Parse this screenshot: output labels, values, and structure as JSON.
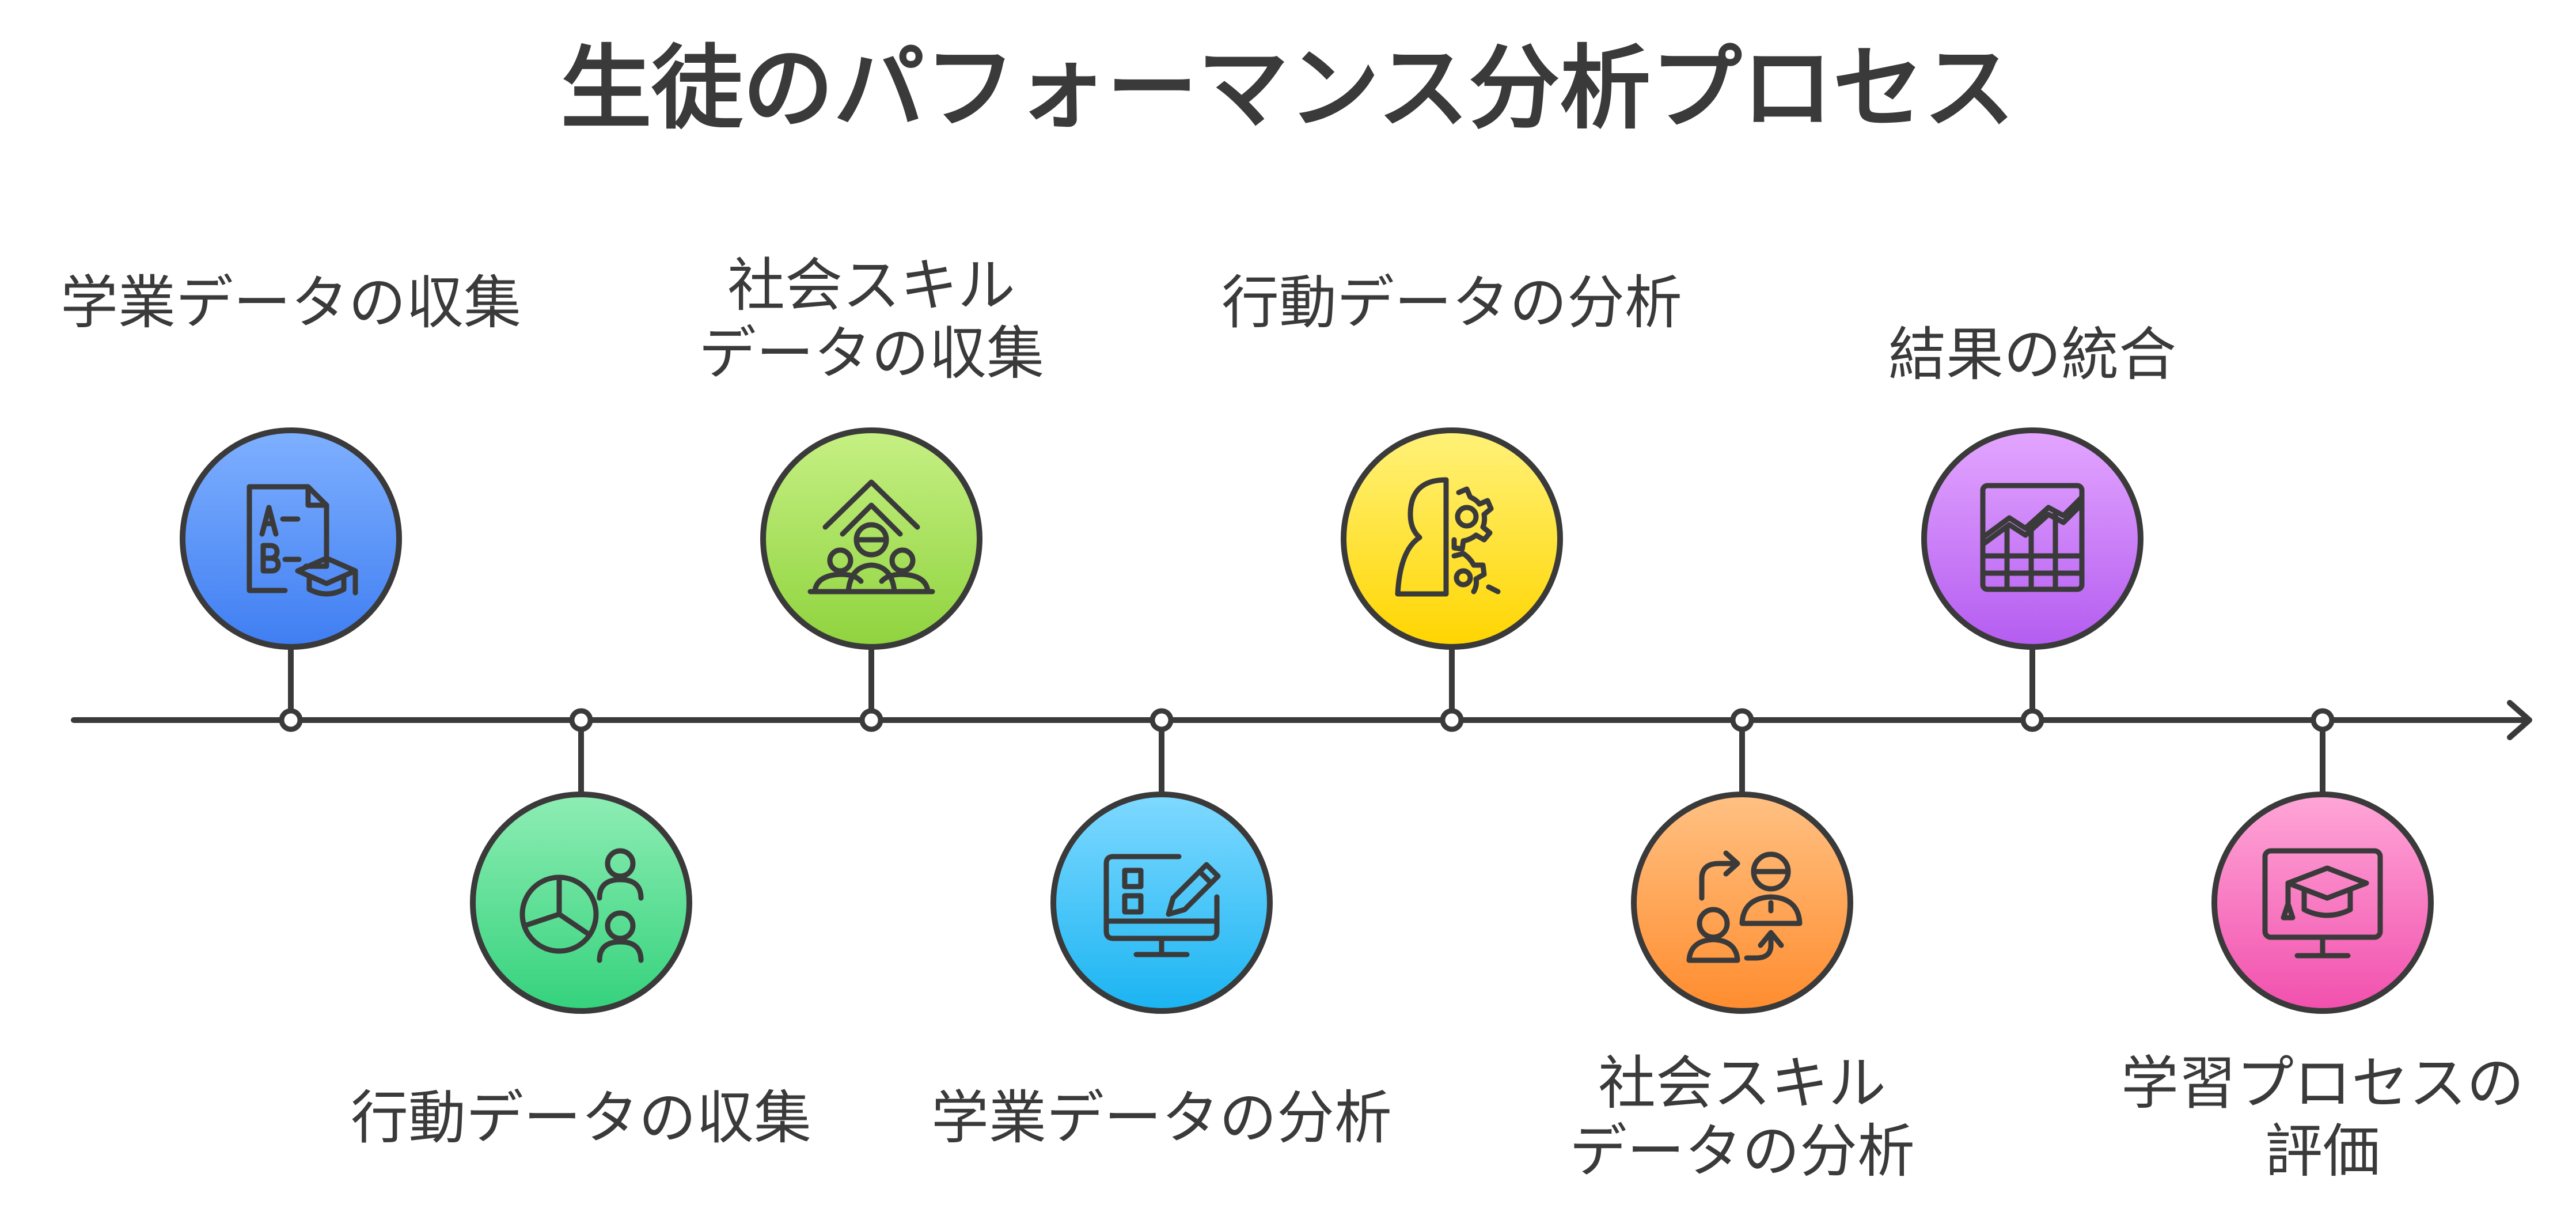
{
  "title": "生徒のパフォーマンス分析プロセス",
  "steps": [
    {
      "lines": [
        "学業データの収集"
      ],
      "position": "above",
      "icon": "grade-sheet-graduation-cap-icon",
      "color_top": "#7fb0ff",
      "color_bottom": "#3f7ef2"
    },
    {
      "lines": [
        "行動データの収集"
      ],
      "position": "below",
      "icon": "pie-chart-people-icon",
      "color_top": "#8eedb4",
      "color_bottom": "#34d27c"
    },
    {
      "lines": [
        "社会スキル",
        "データの収集"
      ],
      "position": "above",
      "icon": "upward-arrow-group-icon",
      "color_top": "#c6f084",
      "color_bottom": "#8fd33e"
    },
    {
      "lines": [
        "学業データの分析"
      ],
      "position": "below",
      "icon": "monitor-checklist-pencil-icon",
      "color_top": "#7fd9ff",
      "color_bottom": "#1ab4f2"
    },
    {
      "lines": [
        "行動データの分析"
      ],
      "position": "above",
      "icon": "head-gears-icon",
      "color_top": "#fff27a",
      "color_bottom": "#ffd500"
    },
    {
      "lines": [
        "社会スキル",
        "データの分析"
      ],
      "position": "below",
      "icon": "people-exchange-arrows-icon",
      "color_top": "#ffc183",
      "color_bottom": "#ff8c2e"
    },
    {
      "lines": [
        "結果の統合"
      ],
      "position": "above",
      "icon": "table-line-chart-icon",
      "color_top": "#e3a6ff",
      "color_bottom": "#b45cf0"
    },
    {
      "lines": [
        "学習プロセスの",
        "評価"
      ],
      "position": "below",
      "icon": "monitor-graduation-cap-icon",
      "color_top": "#ffa6d7",
      "color_bottom": "#f150ad"
    }
  ]
}
